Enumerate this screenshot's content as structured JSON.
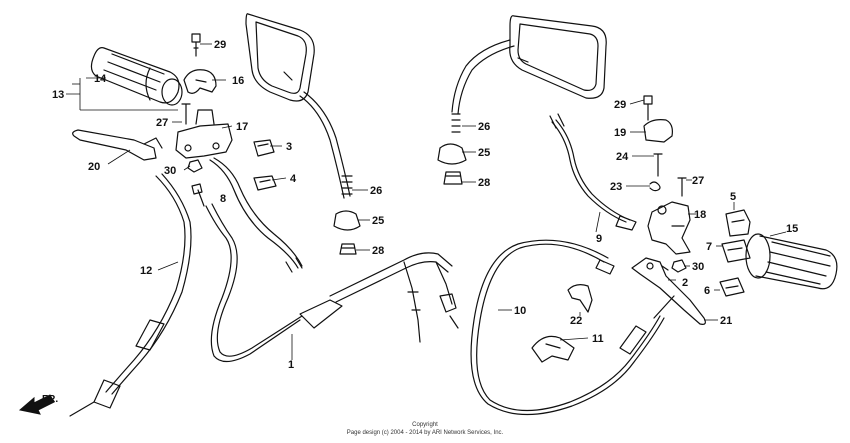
{
  "diagram": {
    "callouts": [
      "1",
      "2",
      "3",
      "4",
      "5",
      "6",
      "7",
      "8",
      "9",
      "10",
      "11",
      "12",
      "13",
      "14",
      "15",
      "16",
      "17",
      "18",
      "19",
      "20",
      "21",
      "22",
      "23",
      "24",
      "25",
      "26",
      "27",
      "28",
      "29",
      "30"
    ],
    "direction_label": "FR.",
    "copyright_line1": "Copyright",
    "copyright_line2": "Page design (c) 2004 - 2014 by ARI Network Services, Inc."
  }
}
